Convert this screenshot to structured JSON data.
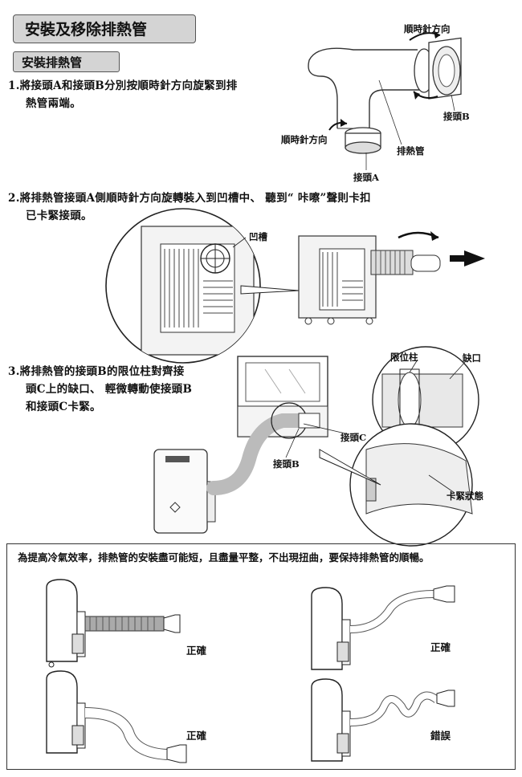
{
  "page": {
    "title": "安裝及移除排熱管",
    "section": "安裝排熱管"
  },
  "steps": [
    {
      "line1": "1.將接頭A和接頭B分別按順時針方向旋緊到排",
      "line2": "熱管兩端。"
    },
    {
      "line1": "2.將排熱管接頭A側順時針方向旋轉裝入到凹槽中、 聽到“ 咔嚓”聲則卡扣",
      "line2": "已卡緊接頭。"
    },
    {
      "line1": "3.將排熱管的接頭B的限位柱對齊接",
      "line2": "頭C上的缺口、 輕微轉動使接頭B",
      "line3": "和接頭C卡緊。"
    }
  ],
  "fig1": {
    "clockwise_top": "順時針方向",
    "clockwise_left": "順時針方向",
    "connector_b": "接頭B",
    "hose": "排熱管",
    "connector_a": "接頭A"
  },
  "fig2": {
    "groove": "凹槽"
  },
  "fig3": {
    "stop_post": "限位柱",
    "notch": "缺口",
    "connector_c": "接頭C",
    "connector_b": "接頭B",
    "locked_state": "卡緊狀態"
  },
  "note": {
    "text": "為提高冷氣效率，排熱管的安裝盡可能短，且盡量平整，不出現扭曲，要保持排熱管的順暢。",
    "examples": [
      {
        "verdict": "正確",
        "correct": true
      },
      {
        "verdict": "正確",
        "correct": true
      },
      {
        "verdict": "正確",
        "correct": true
      },
      {
        "verdict": "錯誤",
        "correct": false
      }
    ]
  }
}
